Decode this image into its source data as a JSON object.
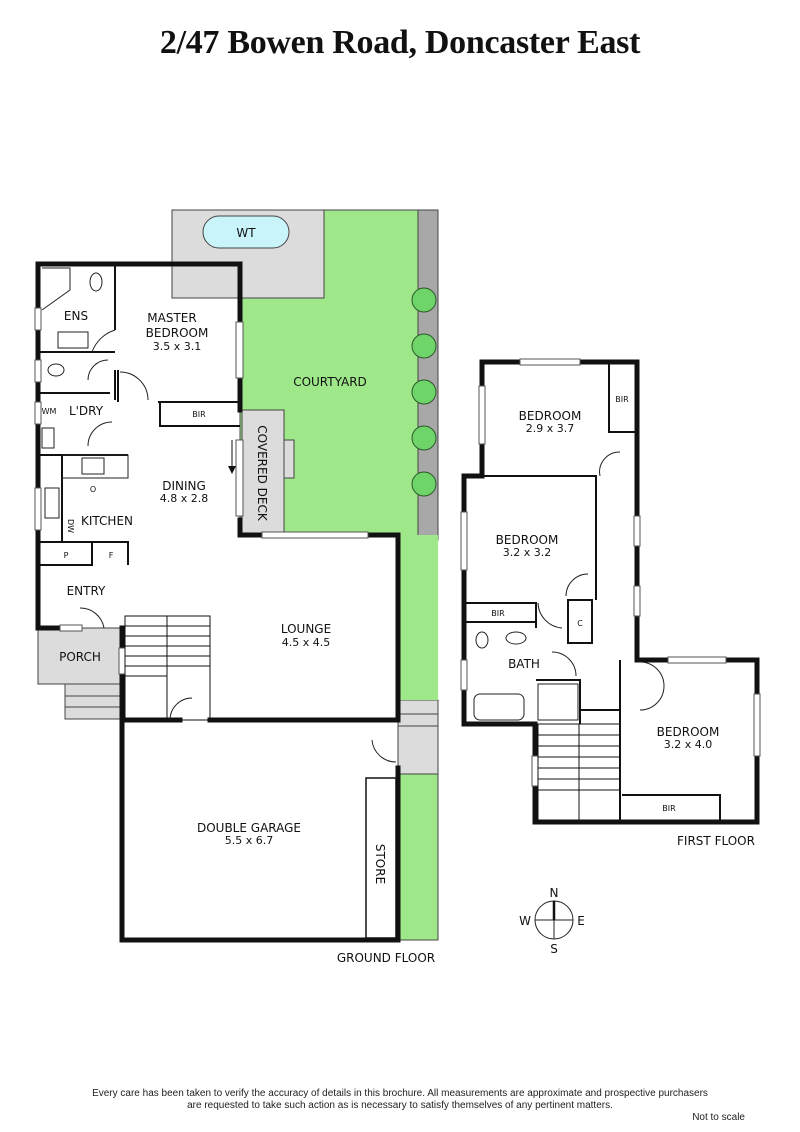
{
  "title": "2/47 Bowen Road, Doncaster East",
  "colors": {
    "wall": "#111111",
    "lawn": "#9fe88a",
    "paving": "#dcdcdc",
    "fence": "#a8a8a8",
    "water_tank": "#c8f4fa",
    "tree": "#6fd46a"
  },
  "ground_floor": {
    "label": "GROUND FLOOR",
    "rooms": [
      {
        "name": "MASTER",
        "name2": "BEDROOM",
        "dims": "3.5 x 3.1"
      },
      {
        "name": "ENS"
      },
      {
        "name": "L'DRY"
      },
      {
        "name": "WM"
      },
      {
        "name": "BIR"
      },
      {
        "name": "DINING",
        "dims": "4.8 x 2.8"
      },
      {
        "name": "KITCHEN"
      },
      {
        "name": "O"
      },
      {
        "name": "DW"
      },
      {
        "name": "P"
      },
      {
        "name": "F"
      },
      {
        "name": "ENTRY"
      },
      {
        "name": "PORCH"
      },
      {
        "name": "LOUNGE",
        "dims": "4.5 x 4.5"
      },
      {
        "name": "DOUBLE GARAGE",
        "dims": "5.5 x 6.7"
      },
      {
        "name": "STORE"
      },
      {
        "name": "COURTYARD"
      },
      {
        "name": "COVERED DECK"
      },
      {
        "name": "WT"
      }
    ]
  },
  "first_floor": {
    "label": "FIRST FLOOR",
    "rooms": [
      {
        "name": "BEDROOM",
        "dims": "2.9 x 3.7"
      },
      {
        "name": "BIR"
      },
      {
        "name": "BEDROOM",
        "dims": "3.2 x 3.2"
      },
      {
        "name": "BIR"
      },
      {
        "name": "C"
      },
      {
        "name": "BATH"
      },
      {
        "name": "BEDROOM",
        "dims": "3.2 x 4.0"
      },
      {
        "name": "BIR"
      }
    ]
  },
  "compass": {
    "n": "N",
    "s": "S",
    "e": "E",
    "w": "W"
  },
  "footer": {
    "disclaimer_line1": "Every care has been taken to verify the accuracy of details in this brochure.  All measurements are approximate and prospective purchasers",
    "disclaimer_line2": "are requested to take such action as is necessary to satisfy themselves of any pertinent matters.",
    "scale_note": "Not to scale"
  }
}
